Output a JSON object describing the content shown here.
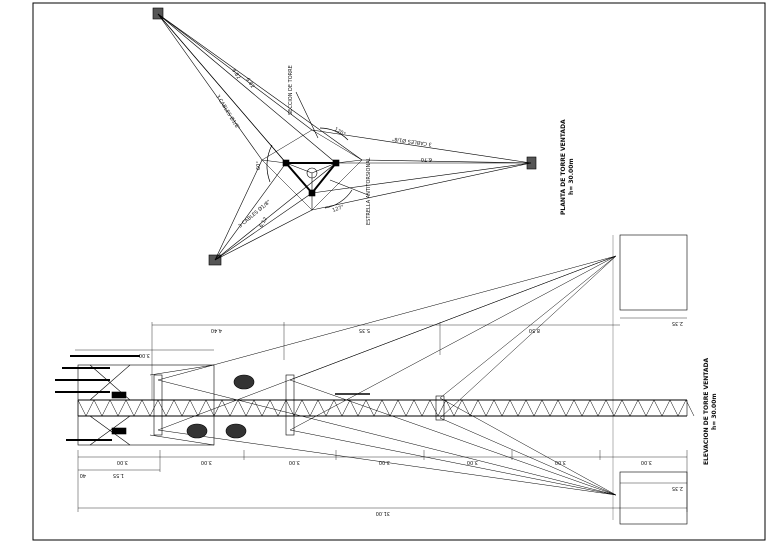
{
  "plan": {
    "title": "PLANTA DE TORRE VENTADA",
    "subtitle": "h= 30.00m",
    "labels": {
      "dist_top_a": "8.82",
      "dist_top_b": "6.82",
      "cables_top": "3 CABLES  Ø1/8\"",
      "dist_right": "6.70",
      "cables_right": "3 CABLES  Ø1/8\"",
      "dist_left": "6.12",
      "cables_left": "3 CABLES  Ø1/8\"",
      "angle_left": "60°",
      "angle_bottom": "127°",
      "angle_top": "120°",
      "estrella": "ESTRELLA ANTITORSIONAL",
      "seccion": "SECCION DE TORRE"
    }
  },
  "elevation": {
    "title": "ELEVACION DE TORRE VENTADA",
    "subtitle": "h= 30.00m",
    "dims_top": [
      "4.40",
      "5.35",
      "8.50"
    ],
    "dim_anchor_top": "2.35",
    "dim_anchor_bottom": "2.35",
    "dims_bottom": [
      "3.00",
      "3.00",
      "3.00",
      "3.00",
      "3.00",
      "3.00",
      "3.00"
    ],
    "dims_small": [
      "1.55",
      "40"
    ],
    "dim_top_left": "3.00",
    "dim_total": "31.00"
  }
}
